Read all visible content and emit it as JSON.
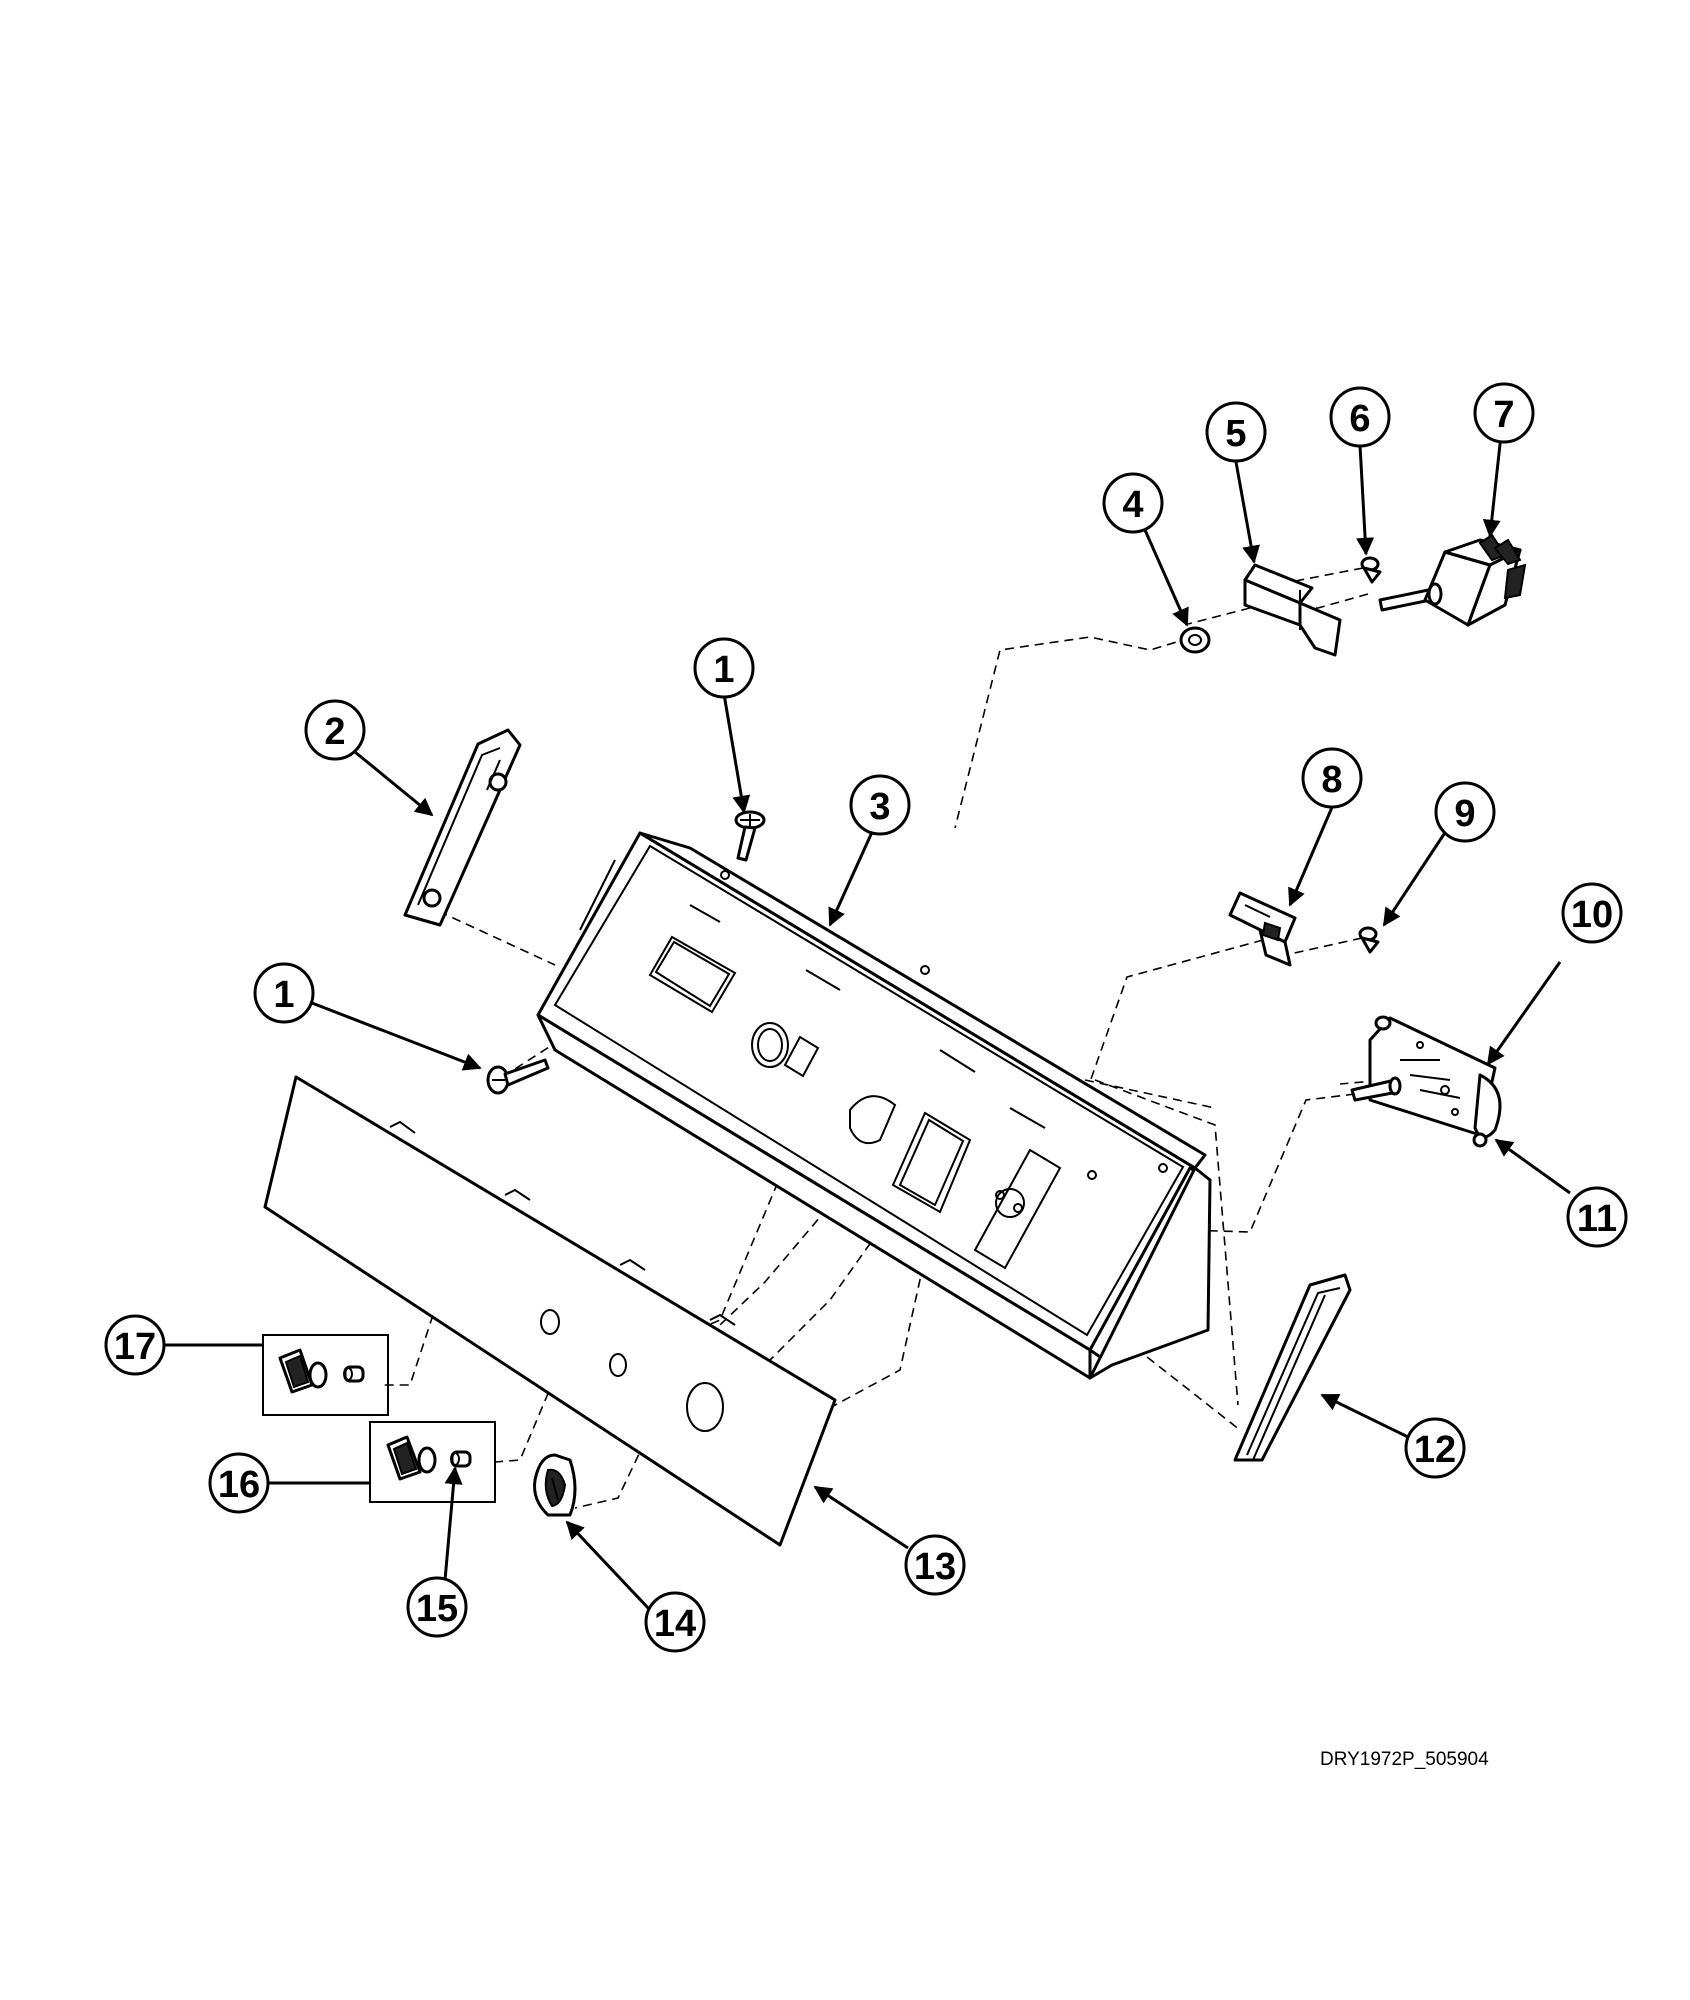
{
  "diagram": {
    "type": "exploded-parts-view",
    "drawing_code": "DRY1972P_505904",
    "callouts": [
      {
        "id": "c1a",
        "label": "1"
      },
      {
        "id": "c1b",
        "label": "1"
      },
      {
        "id": "c2",
        "label": "2"
      },
      {
        "id": "c3",
        "label": "3"
      },
      {
        "id": "c4",
        "label": "4"
      },
      {
        "id": "c5",
        "label": "5"
      },
      {
        "id": "c6",
        "label": "6"
      },
      {
        "id": "c7",
        "label": "7"
      },
      {
        "id": "c8",
        "label": "8"
      },
      {
        "id": "c9",
        "label": "9"
      },
      {
        "id": "c10",
        "label": "10"
      },
      {
        "id": "c11",
        "label": "11"
      },
      {
        "id": "c12",
        "label": "12"
      },
      {
        "id": "c13",
        "label": "13"
      },
      {
        "id": "c14",
        "label": "14"
      },
      {
        "id": "c15",
        "label": "15"
      },
      {
        "id": "c16",
        "label": "16"
      },
      {
        "id": "c17",
        "label": "17"
      }
    ]
  }
}
